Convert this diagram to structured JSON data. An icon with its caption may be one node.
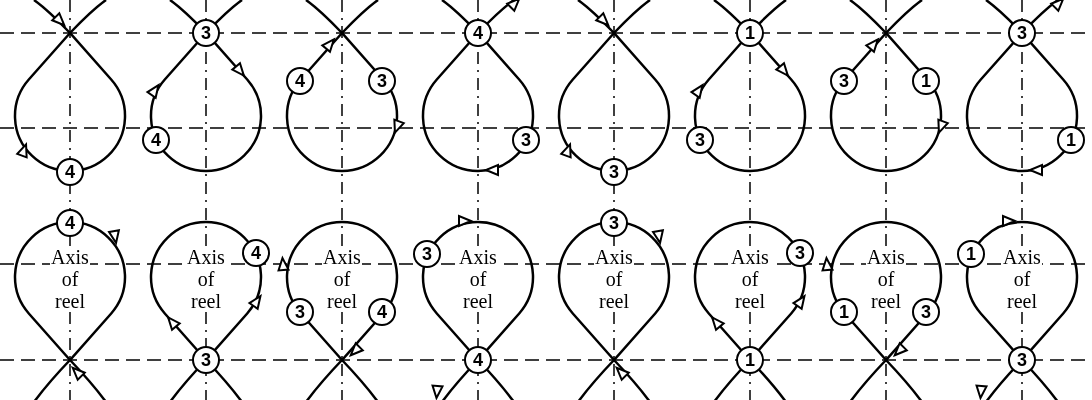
{
  "diagram": {
    "labels": [
      "4",
      "3",
      "4",
      "4",
      "3",
      "4",
      "3",
      "3",
      "1",
      "3",
      "3",
      "1",
      "3",
      "1",
      "Axis of reel",
      "4",
      "Axis of reel",
      "4",
      "3",
      "Axis of reel",
      "3",
      "4",
      "Axis of reel",
      "3",
      "4",
      "Axis of reel",
      "3",
      "Axis of reel",
      "3",
      "1",
      "Axis of reel",
      "1",
      "3",
      "Axis of reel",
      "1",
      "3"
    ]
  }
}
